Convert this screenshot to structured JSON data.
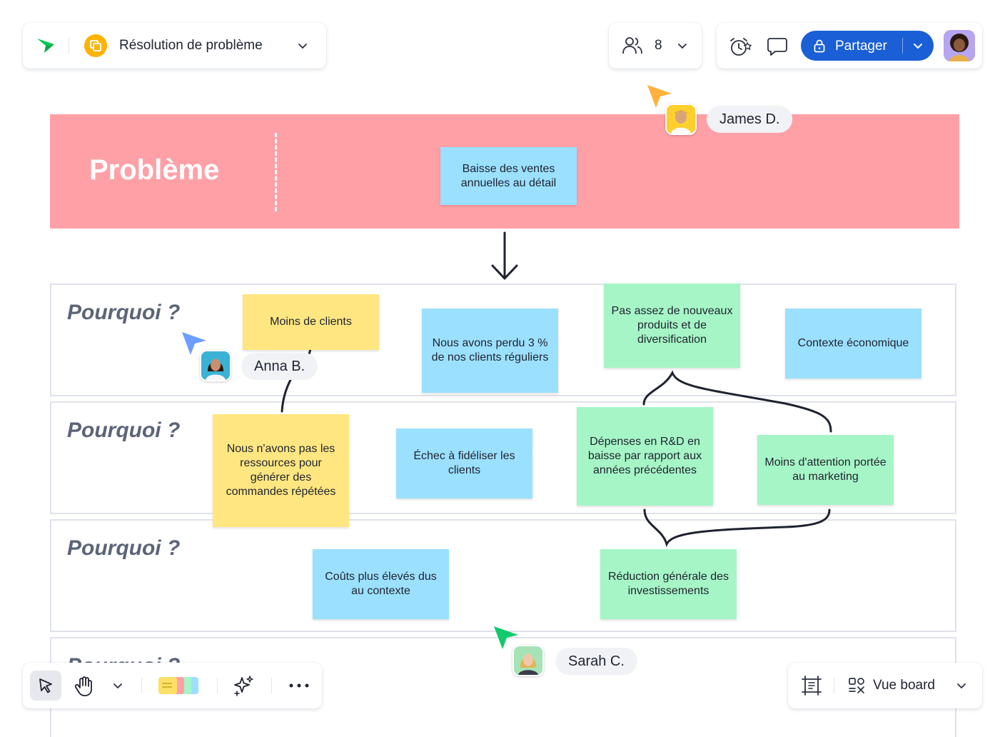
{
  "board": {
    "title": "Résolution de problème",
    "participants_count": "8"
  },
  "toolbar": {
    "share_label": "Partager",
    "view_label": "Vue board"
  },
  "banner": {
    "title": "Problème",
    "problem_note": "Baisse des ventes annuelles au détail"
  },
  "rows": [
    {
      "label": "Pourquoi ?"
    },
    {
      "label": "Pourquoi ?"
    },
    {
      "label": "Pourquoi ?"
    },
    {
      "label": "Pourquoi ?"
    }
  ],
  "notes": {
    "n1": "Moins de clients",
    "n2": "Nous avons perdu 3 % de nos clients réguliers",
    "n3": "Pas assez de nouveaux produits et de diversification",
    "n4": "Contexte économique",
    "n5": "Nous n'avons pas les ressources pour générer des commandes répétées",
    "n6": "Échec à fidéliser les clients",
    "n7": "Dépenses en R&D en baisse par rapport aux années précédentes",
    "n8": "Moins d'attention portée au marketing",
    "n9": "Coûts plus élevés dus au contexte",
    "n10": "Réduction générale des investissements"
  },
  "collaborators": {
    "james": "James D.",
    "anna": "Anna B.",
    "sarah": "Sarah C."
  },
  "colors": {
    "brand_green": "#00c853",
    "share_blue": "#1a5fd6",
    "banner_pink": "#ffa0a7",
    "sticky_blue": "#9be0ff",
    "sticky_yellow": "#ffe680",
    "sticky_green": "#a6f5c6",
    "cursor_orange": "#ffb13b",
    "cursor_blue": "#6d9dff",
    "cursor_green": "#12c96e"
  }
}
